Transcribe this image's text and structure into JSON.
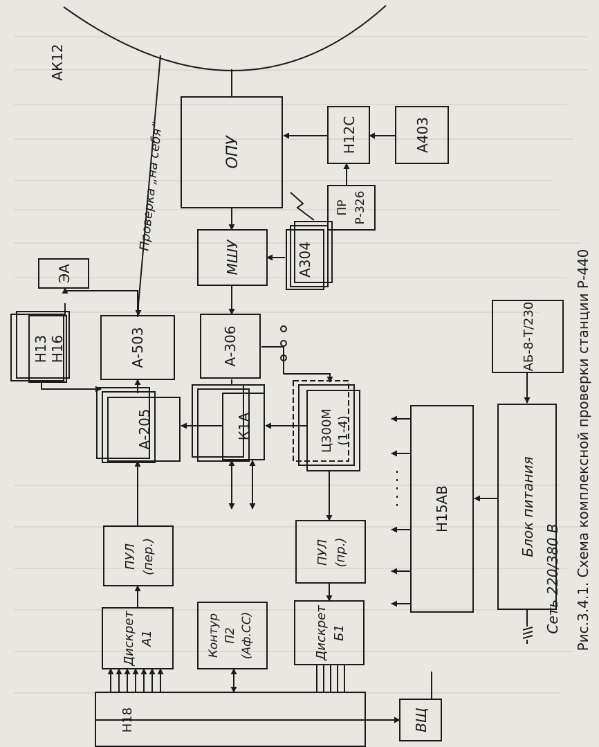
{
  "caption": "Рис.3.4.1. Схема комплексной проверки станции Р-440",
  "antenna_label": "АК12",
  "self_check_label": "Проверка „на себя”",
  "blocks": {
    "opu": "ОПУ",
    "n12c": "Н12С",
    "a403": "А403",
    "pr": "ПР",
    "r326": "Р-326",
    "mshu": "МШУ",
    "a304": "А304",
    "ea": "ЭА",
    "n13": "Н13",
    "n16": "Н16",
    "a503": "А-503",
    "a306": "А-306",
    "ab8": "АБ-8-Т/230",
    "a205": "А-205",
    "k1a": "К1А",
    "c300m_1": "Ц300М",
    "c300m_2": "(1-4)",
    "n15av": "Н15АВ",
    "power_unit": "Блок питания",
    "mains": "Сеть 220/380 В",
    "pul_per_1": "ПУЛ",
    "pul_per_2": "(пер.)",
    "pul_pr_1": "ПУЛ",
    "pul_pr_2": "(пр.)",
    "discret_a1_1": "Дискрет",
    "discret_a1_2": "А1",
    "contour_p2_1": "Контур",
    "contour_p2_2": "П2",
    "contour_p2_3": "(Аф.СС)",
    "discret_b1_1": "Дискрет",
    "discret_b1_2": "Б1",
    "n18": "Н18",
    "vshch": "ВЩ"
  },
  "colors": {
    "ink": "#1b1b1b",
    "paper": "#e9e7e1"
  }
}
